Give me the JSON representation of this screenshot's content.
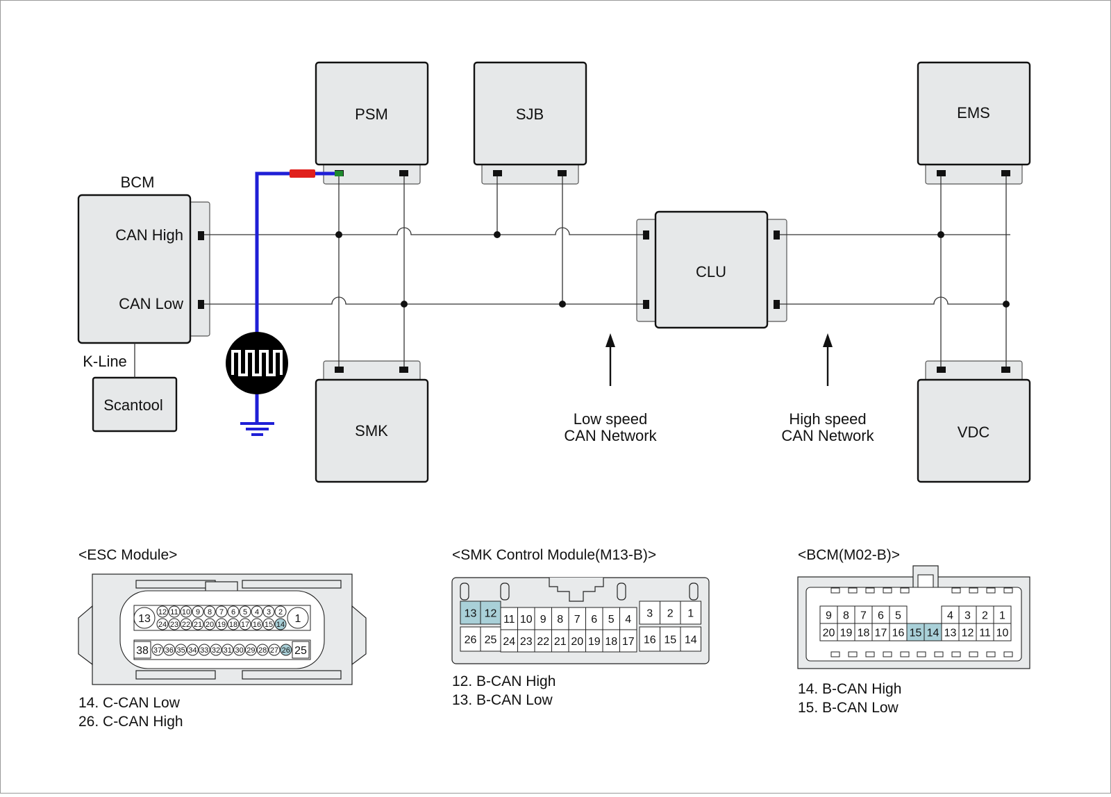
{
  "modules": {
    "psm": "PSM",
    "sjb": "SJB",
    "ems": "EMS",
    "bcm": "BCM",
    "clu": "CLU",
    "smk": "SMK",
    "vdc": "VDC",
    "scantool": "Scantool"
  },
  "bcm_pins": {
    "can_high": "CAN High",
    "can_low": "CAN Low"
  },
  "k_line": "K-Line",
  "networks": {
    "low_speed": [
      "Low speed",
      "CAN Network"
    ],
    "high_speed": [
      "High speed",
      "CAN Network"
    ]
  },
  "colors": {
    "probe_wire": "#1f1fd6",
    "probe_red": "#e0201c",
    "probe_green": "#1f8a2e",
    "pin_highlight": "#a9d0d8",
    "module_fill": "#e6e8e9"
  },
  "icons": [
    "square-wave-signal-icon",
    "ground-icon"
  ],
  "connectors": {
    "esc": {
      "title": "<ESC Module>",
      "row1_big_left": "13",
      "row1_big_right": "1",
      "row1_top": [
        "12",
        "11",
        "10",
        "9",
        "8",
        "7",
        "6",
        "5",
        "4",
        "3",
        "2"
      ],
      "row1_bot": [
        "24",
        "23",
        "22",
        "21",
        "20",
        "19",
        "18",
        "17",
        "16",
        "15",
        "14"
      ],
      "row2_big_left": "38",
      "row2_big_right": "25",
      "row2": [
        "37",
        "36",
        "35",
        "34",
        "33",
        "32",
        "31",
        "30",
        "29",
        "28",
        "27",
        "26"
      ],
      "highlighted": [
        "14",
        "26"
      ],
      "legend": [
        "14. C-CAN Low",
        "26. C-CAN High"
      ]
    },
    "smk": {
      "title": "<SMK Control Module(M13-B)>",
      "left_top": [
        "13",
        "12"
      ],
      "left_bot": [
        "26",
        "25"
      ],
      "mid_top": [
        "11",
        "10",
        "9",
        "8",
        "7",
        "6",
        "5",
        "4"
      ],
      "mid_bot": [
        "24",
        "23",
        "22",
        "21",
        "20",
        "19",
        "18",
        "17"
      ],
      "right_top": [
        "3",
        "2",
        "1"
      ],
      "right_bot": [
        "16",
        "15",
        "14"
      ],
      "highlighted": [
        "12",
        "13"
      ],
      "legend": [
        "12. B-CAN High",
        "13. B-CAN Low"
      ]
    },
    "bcm": {
      "title": "<BCM(M02-B)>",
      "left_top": [
        "9",
        "8",
        "7",
        "6",
        "5"
      ],
      "right_top": [
        "4",
        "3",
        "2",
        "1"
      ],
      "bottom": [
        "20",
        "19",
        "18",
        "17",
        "16",
        "15",
        "14",
        "13",
        "12",
        "11",
        "10"
      ],
      "highlighted": [
        "14",
        "15"
      ],
      "legend": [
        "14. B-CAN High",
        "15. B-CAN Low"
      ]
    }
  }
}
